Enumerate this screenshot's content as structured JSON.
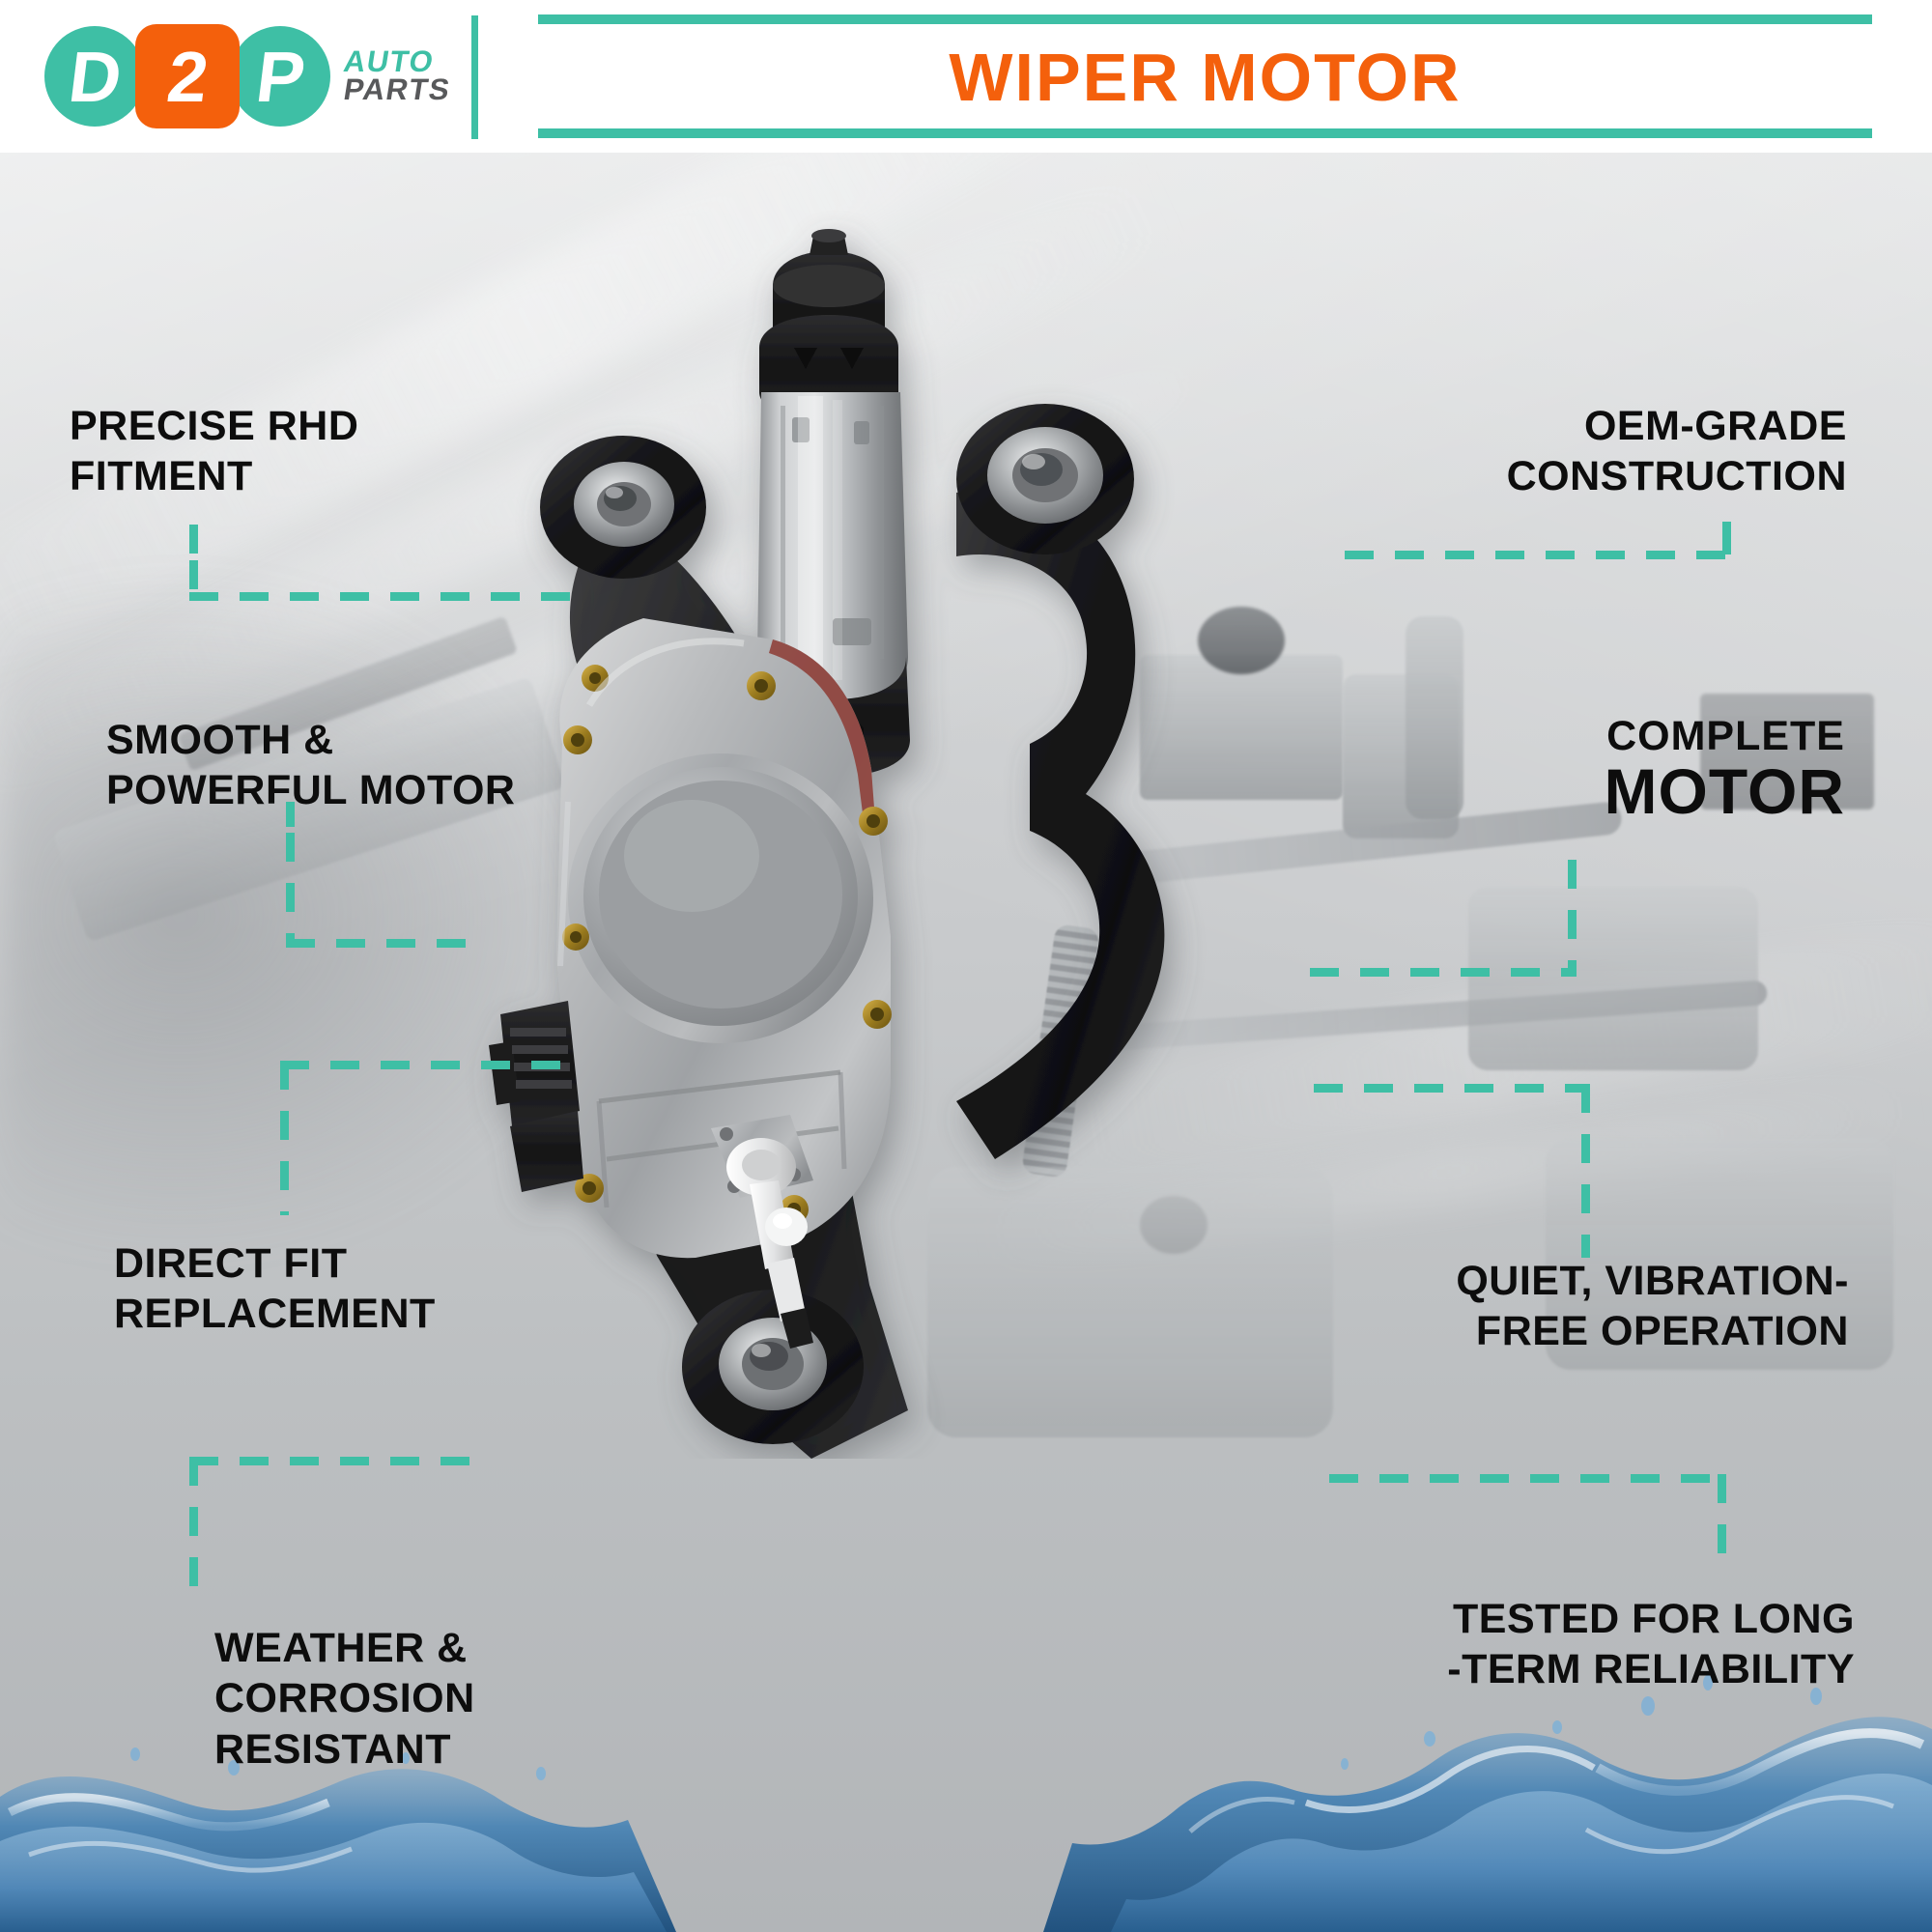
{
  "header": {
    "brand": {
      "mark_d": "D",
      "mark_2": "2",
      "mark_p": "P",
      "word_auto": "AUTO",
      "word_parts": "PARTS"
    },
    "title": "WIPER MOTOR"
  },
  "colors": {
    "teal": "#3ebfa5",
    "orange": "#f4600c",
    "gray_text": "#58595b",
    "label_text": "#0d0d0d",
    "background": "#cfd1d2",
    "water_blue": "#2f6fa8"
  },
  "product": {
    "name": "rear-wiper-motor",
    "alt": "Rear wiper motor assembly with aluminium gearbox housing, black motor can and black mounting bracket"
  },
  "callouts": {
    "left": [
      {
        "id": "precise-rhd-fitment",
        "lines": [
          "PRECISE RHD",
          "FITMENT"
        ]
      },
      {
        "id": "smooth-powerful-motor",
        "lines": [
          "SMOOTH &",
          "POWERFUL MOTOR"
        ]
      },
      {
        "id": "direct-fit-replacement",
        "lines": [
          "DIRECT FIT",
          "REPLACEMENT"
        ]
      },
      {
        "id": "weather-corrosion-resistant",
        "lines": [
          "WEATHER &",
          "CORROSION",
          "RESISTANT"
        ]
      }
    ],
    "right": [
      {
        "id": "oem-grade-construction",
        "lines": [
          "OEM-GRADE",
          "CONSTRUCTION"
        ]
      },
      {
        "id": "complete-motor",
        "top": "COMPLETE",
        "big": "MOTOR"
      },
      {
        "id": "quiet-vibration-free-operation",
        "lines": [
          "QUIET, VIBRATION-",
          "FREE OPERATION"
        ]
      },
      {
        "id": "tested-long-term-reliability",
        "lines": [
          "TESTED FOR LONG",
          "-TERM RELIABILITY"
        ]
      }
    ]
  }
}
